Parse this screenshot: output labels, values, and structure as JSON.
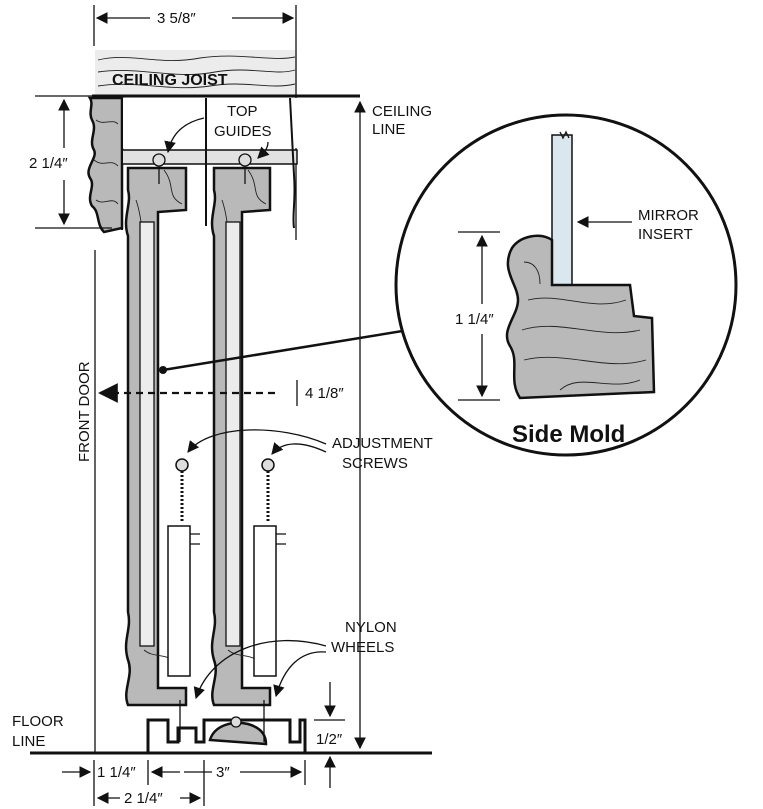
{
  "labels": {
    "ceiling_joist": "CEILING JOIST",
    "ceiling_line_1": "CEILING",
    "ceiling_line_2": "LINE",
    "top_guides_1": "TOP",
    "top_guides_2": "GUIDES",
    "front_door": "FRONT DOOR",
    "adjustment_screws_1": "ADJUSTMENT",
    "adjustment_screws_2": "SCREWS",
    "nylon_wheels_1": "NYLON",
    "nylon_wheels_2": "WHEELS",
    "floor_line_1": "FLOOR",
    "floor_line_2": "LINE",
    "mirror_insert_1": "MIRROR",
    "mirror_insert_2": "INSERT",
    "side_mold": "Side Mold"
  },
  "dimensions": {
    "top_width": "3 5/8″",
    "header_height": "2 1/4″",
    "door_depth": "4 1/8″",
    "mold_height": "1 1/4″",
    "wheel_clearance": "1/2″",
    "track_offset": "1 1/4″",
    "track_spacing": "3″",
    "track_width": "2 1/4″"
  }
}
